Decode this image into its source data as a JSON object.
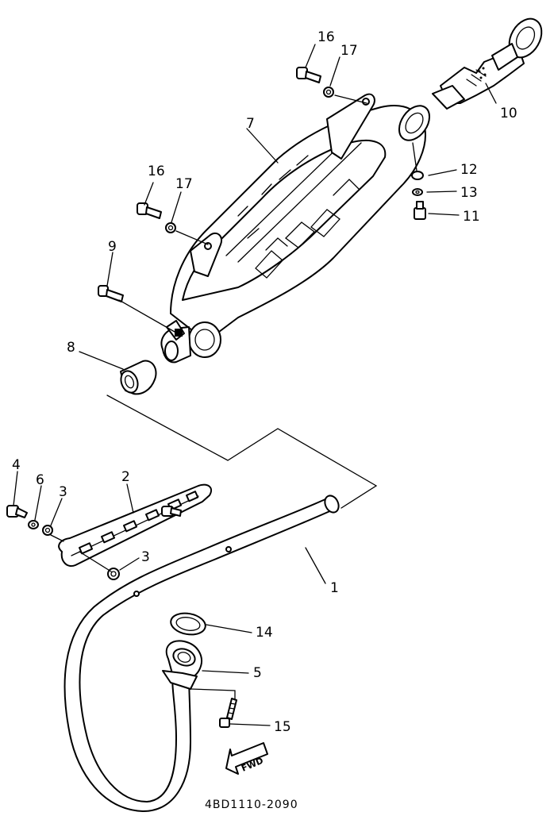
{
  "diagram": {
    "drawing_code": "4BD1110-2090",
    "direction_marker": "FWD",
    "callouts": {
      "p1": "1",
      "p2": "2",
      "p3a": "3",
      "p3b": "3",
      "p4": "4",
      "p5": "5",
      "p6": "6",
      "p7": "7",
      "p8": "8",
      "p9": "9",
      "p10": "10",
      "p11": "11",
      "p12": "12",
      "p13": "13",
      "p14": "14",
      "p15": "15",
      "p16a": "16",
      "p16b": "16",
      "p17a": "17",
      "p17b": "17"
    }
  }
}
